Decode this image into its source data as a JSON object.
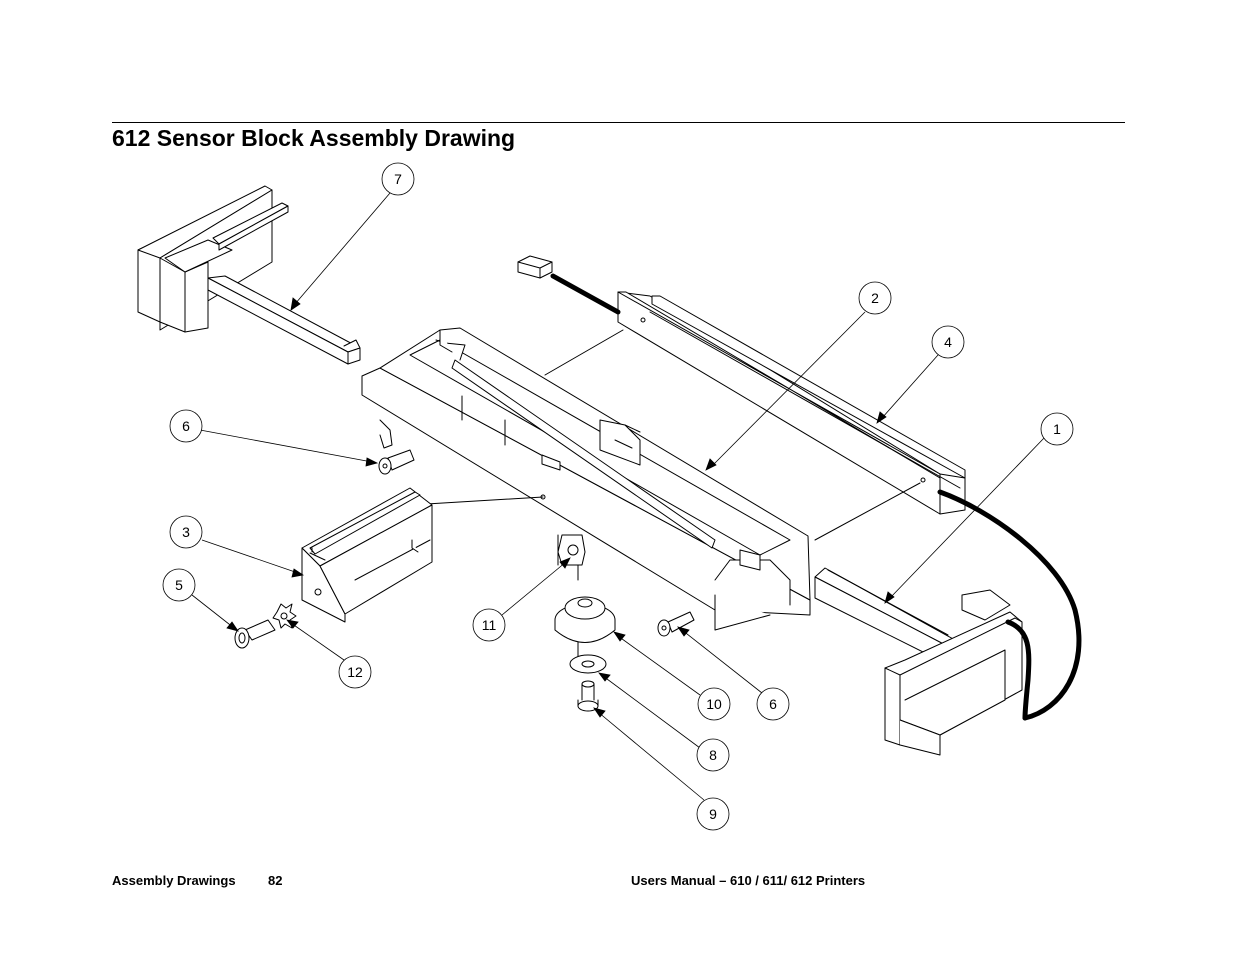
{
  "title": "612 Sensor Block Assembly Drawing",
  "footer": {
    "section": "Assembly Drawings",
    "page": "82",
    "manual": "Users Manual – 610 / 611/ 612 Printers"
  },
  "callouts": [
    "7",
    "2",
    "4",
    "1",
    "6",
    "3",
    "5",
    "12",
    "11",
    "10",
    "6",
    "8",
    "9"
  ]
}
